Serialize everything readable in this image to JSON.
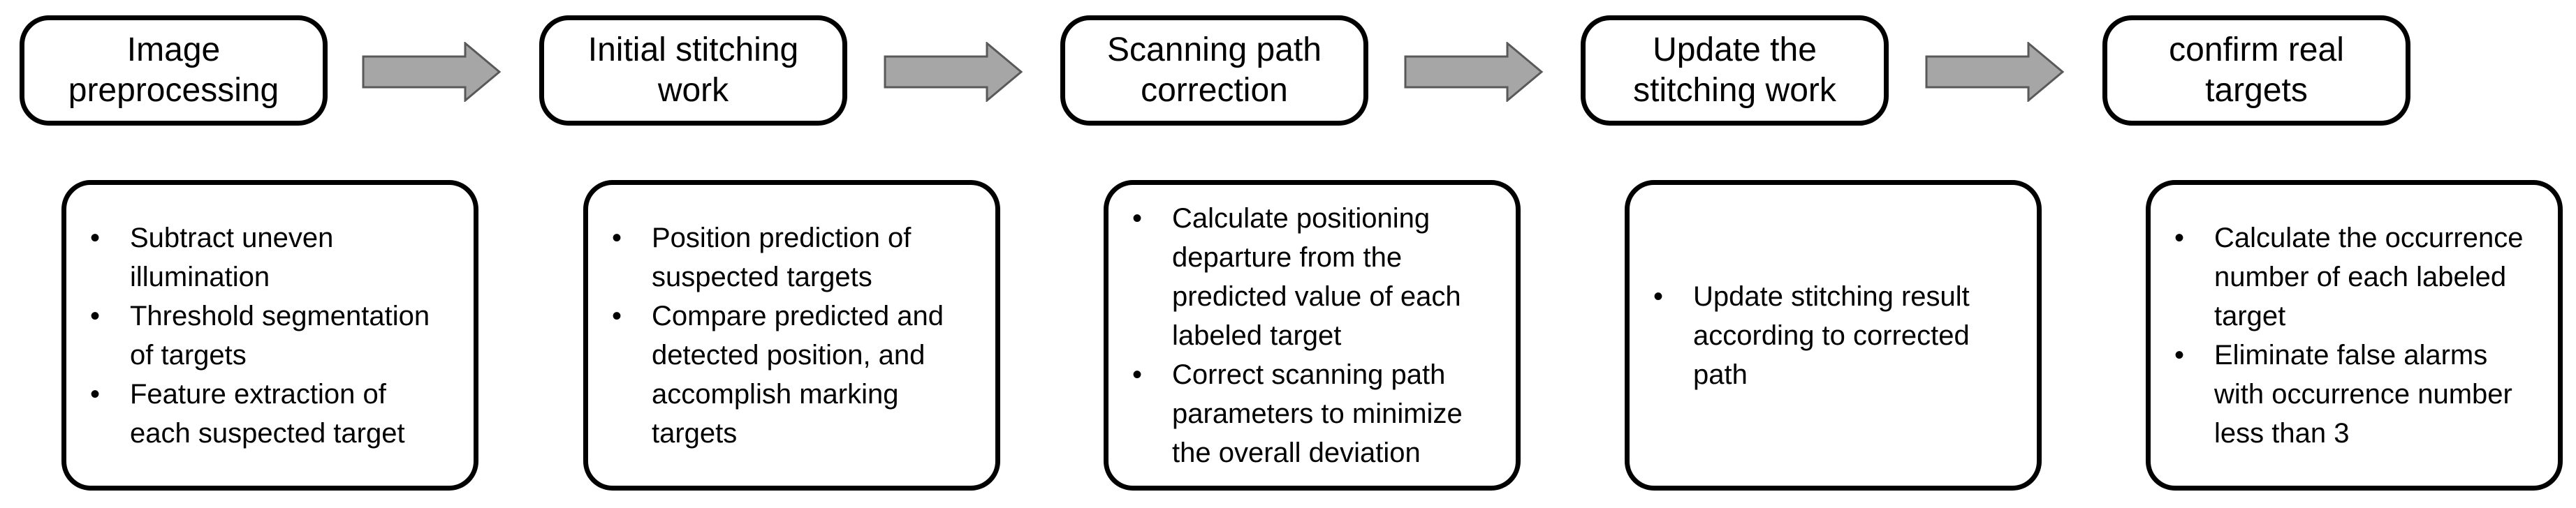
{
  "steps": [
    {
      "title": "Image\npreprocessing"
    },
    {
      "title": "Initial stitching\nwork"
    },
    {
      "title": "Scanning path\ncorrection"
    },
    {
      "title": "Update the\nstitching work"
    },
    {
      "title": "confirm real\ntargets"
    }
  ],
  "details": [
    {
      "items": [
        "Subtract uneven\nillumination",
        "Threshold segmentation\nof targets",
        "Feature extraction of\neach suspected target"
      ]
    },
    {
      "items": [
        "Position prediction of\nsuspected targets",
        "Compare predicted and\ndetected position, and\naccomplish marking\ntargets"
      ]
    },
    {
      "items": [
        "Calculate positioning\ndeparture from the\npredicted value of each\nlabeled target",
        "Correct scanning path\nparameters to minimize\nthe overall deviation"
      ]
    },
    {
      "items": [
        "Update stitching result\naccording to corrected\npath"
      ]
    },
    {
      "items": [
        "Calculate the occurrence\nnumber of each labeled\ntarget",
        "Eliminate false alarms\nwith occurrence number\nless than 3"
      ]
    }
  ],
  "bullet_glyph": "•",
  "colors": {
    "arrow_fill": "#a6a6a6",
    "arrow_stroke": "#595959",
    "border": "#000000"
  }
}
